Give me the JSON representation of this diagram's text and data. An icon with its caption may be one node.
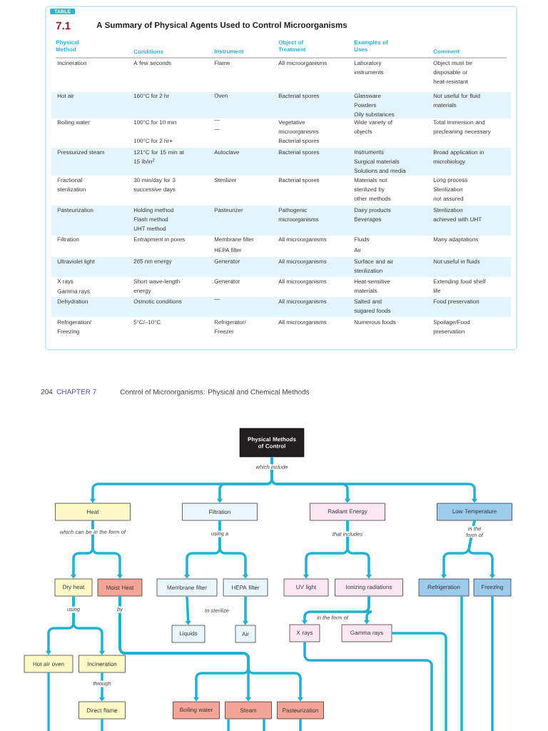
{
  "diagram": {
    "title": "A Summary of Physical Agents Used to Control Microorganisms",
    "nodes": [
      {
        "text": [
          "Physical Methods of Control"
        ]
      },
      {
        "text": [
          "Heat"
        ]
      },
      {
        "text": [
          "Filtration"
        ]
      },
      {
        "text": [
          "Radiant Energy"
        ]
      },
      {
        "text": [
          "Low Temperature"
        ]
      },
      {
        "text": [
          "Dry heat"
        ]
      },
      {
        "text": [
          "Moist Heat"
        ]
      },
      {
        "text": [
          "Membrane filter"
        ]
      },
      {
        "text": [
          "HEPA filter"
        ]
      },
      {
        "text": [
          "UV light"
        ]
      },
      {
        "text": [
          "Ionizing radiations"
        ]
      },
      {
        "text": [
          "Refrigeration"
        ]
      },
      {
        "text": [
          "Freezing"
        ]
      },
      {
        "text": [
          "Liquids"
        ]
      },
      {
        "text": [
          "Air"
        ]
      },
      {
        "text": [
          "X rays"
        ]
      },
      {
        "text": [
          "Gamma rays"
        ]
      },
      {
        "text": [
          "Hot air oven"
        ]
      },
      {
        "text": [
          "Incineration"
        ]
      },
      {
        "text": [
          "Direct flame"
        ]
      },
      {
        "text": [
          "Boiling water"
        ]
      },
      {
        "text": [
          "Steam"
        ]
      },
      {
        "text": [
          "Pasteurization"
        ]
      }
    ],
    "edges": [
      {
        "from": 0,
        "to": 1,
        "arrow": "to",
        "label": "which include"
      },
      {
        "from": 0,
        "to": 2,
        "arrow": "to"
      },
      {
        "from": 0,
        "to": 3,
        "arrow": "to"
      },
      {
        "from": 0,
        "to": 4,
        "arrow": "to"
      },
      {
        "from": 1,
        "to": 5,
        "arrow": "to",
        "label": "which can be in the form of"
      },
      {
        "from": 1,
        "to": 6,
        "arrow": "to"
      },
      {
        "from": 2,
        "to": 7,
        "arrow": "to",
        "label": "using a"
      },
      {
        "from": 2,
        "to": 8,
        "arrow": "to"
      },
      {
        "from": 3,
        "to": 9,
        "arrow": "to",
        "label": "that includes"
      },
      {
        "from": 3,
        "to": 10,
        "arrow": "to"
      },
      {
        "from": 4,
        "to": 11,
        "arrow": "to",
        "label": "in the form of"
      },
      {
        "from": 4,
        "to": 12,
        "arrow": "to"
      },
      {
        "from": 5,
        "to": 17,
        "arrow": "to",
        "label": "using"
      },
      {
        "from": 5,
        "to": 18,
        "arrow": "to"
      },
      {
        "from": 6,
        "to": 20,
        "arrow": "to",
        "label": "by"
      },
      {
        "from": 6,
        "to": 21,
        "arrow": "to"
      },
      {
        "from": 6,
        "to": 22,
        "arrow": "to"
      },
      {
        "from": 7,
        "to": 13,
        "arrow": "to"
      },
      {
        "from": 8,
        "to": 14,
        "arrow": "to",
        "label": "to sterilize"
      },
      {
        "from": 10,
        "to": 15,
        "arrow": "to",
        "label": "in the form of"
      },
      {
        "from": 10,
        "to": 16,
        "arrow": "to"
      },
      {
        "from": 18,
        "to": 19,
        "arrow": "to",
        "label": "through"
      },
      {
        "from": 17,
        "to": null,
        "arrow": "none"
      },
      {
        "from": 19,
        "to": null,
        "arrow": "none"
      },
      {
        "from": 21,
        "to": null,
        "arrow": "none"
      },
      {
        "from": 21,
        "to": null,
        "arrow": "none"
      },
      {
        "from": 22,
        "to": null,
        "arrow": "none"
      },
      {
        "from": 15,
        "to": null,
        "arrow": "none"
      },
      {
        "from": 16,
        "to": null,
        "arrow": "none"
      },
      {
        "from": 11,
        "to": null,
        "arrow": "none"
      },
      {
        "from": 12,
        "to": null,
        "arrow": "none"
      }
    ],
    "labels": [
      "TABLE",
      "7.1",
      "Physical Method",
      "Conditions",
      "Instrument",
      "Object of Treatment",
      "Examples of Uses",
      "Comment",
      "Incineration",
      "A few seconds",
      "Flame",
      "All microorganisms",
      "Laboratory instruments",
      "Object must be disposable or heat-resistant",
      "Hot air",
      "160°C for 2 hr",
      "Oven",
      "Bacterial spores",
      "Glassware",
      "Powders",
      "Oily substances",
      "Not useful for fluid materials",
      "Boiling water",
      "100°C for 10 min",
      "—",
      "Vegetative microorganisms",
      "Wide variety of objects",
      "Total immersion and precleaning necessary",
      "100°C for 2 hr+",
      "—",
      "Bacterial spores",
      "Pressurized steam",
      "121°C for 15 min at 15 lb/in$^{2}$",
      "Autoclave",
      "Bacterial spores",
      "Instruments",
      "Surgical materials",
      "Solutions and media",
      "Broad application in microbiology",
      "Fractional sterilization",
      "30 min/day for 3 successive days",
      "Sterilizer",
      "Bacterial spores",
      "Materials not sterilized by other methods",
      "Long process",
      "Sterilization not assured",
      "Pasteurization",
      "Holding method",
      "Flash method",
      "UHT method",
      "Pasteurizer",
      "Pathogenic microorganisms",
      "Dairy products",
      "Beverages",
      "Sterilization achieved with UHT",
      "Filtration",
      "Entrapment in pores",
      "Membrane filter",
      "All microorganisms",
      "Fluids",
      "Many adaptations",
      "HEPA filter",
      "Air",
      "Ultraviolet light",
      "265 nm energy",
      "Generator",
      "All microorganisms",
      "Surface and air sterilization",
      "Not useful in fluids",
      "X rays",
      "Gamma rays",
      "Short wave-length energy",
      "Generator",
      "All microorganisms",
      "Heat-sensitive materials",
      "Extending food shelf life",
      "Dehydration",
      "Osmotic conditions",
      "—",
      "All microorganisms",
      "Salted and sugared foods",
      "Food preservation",
      "Refrigeration/ Freezing",
      "5°C/–10°C",
      "Refrigerator/ Freezer",
      "All microorganisms",
      "Numerous foods",
      "Spoilage/Food preservation",
      "204",
      "CHAPTER 7",
      "Control of Microorganisms: Physical and Chemical Methods"
    ]
  }
}
